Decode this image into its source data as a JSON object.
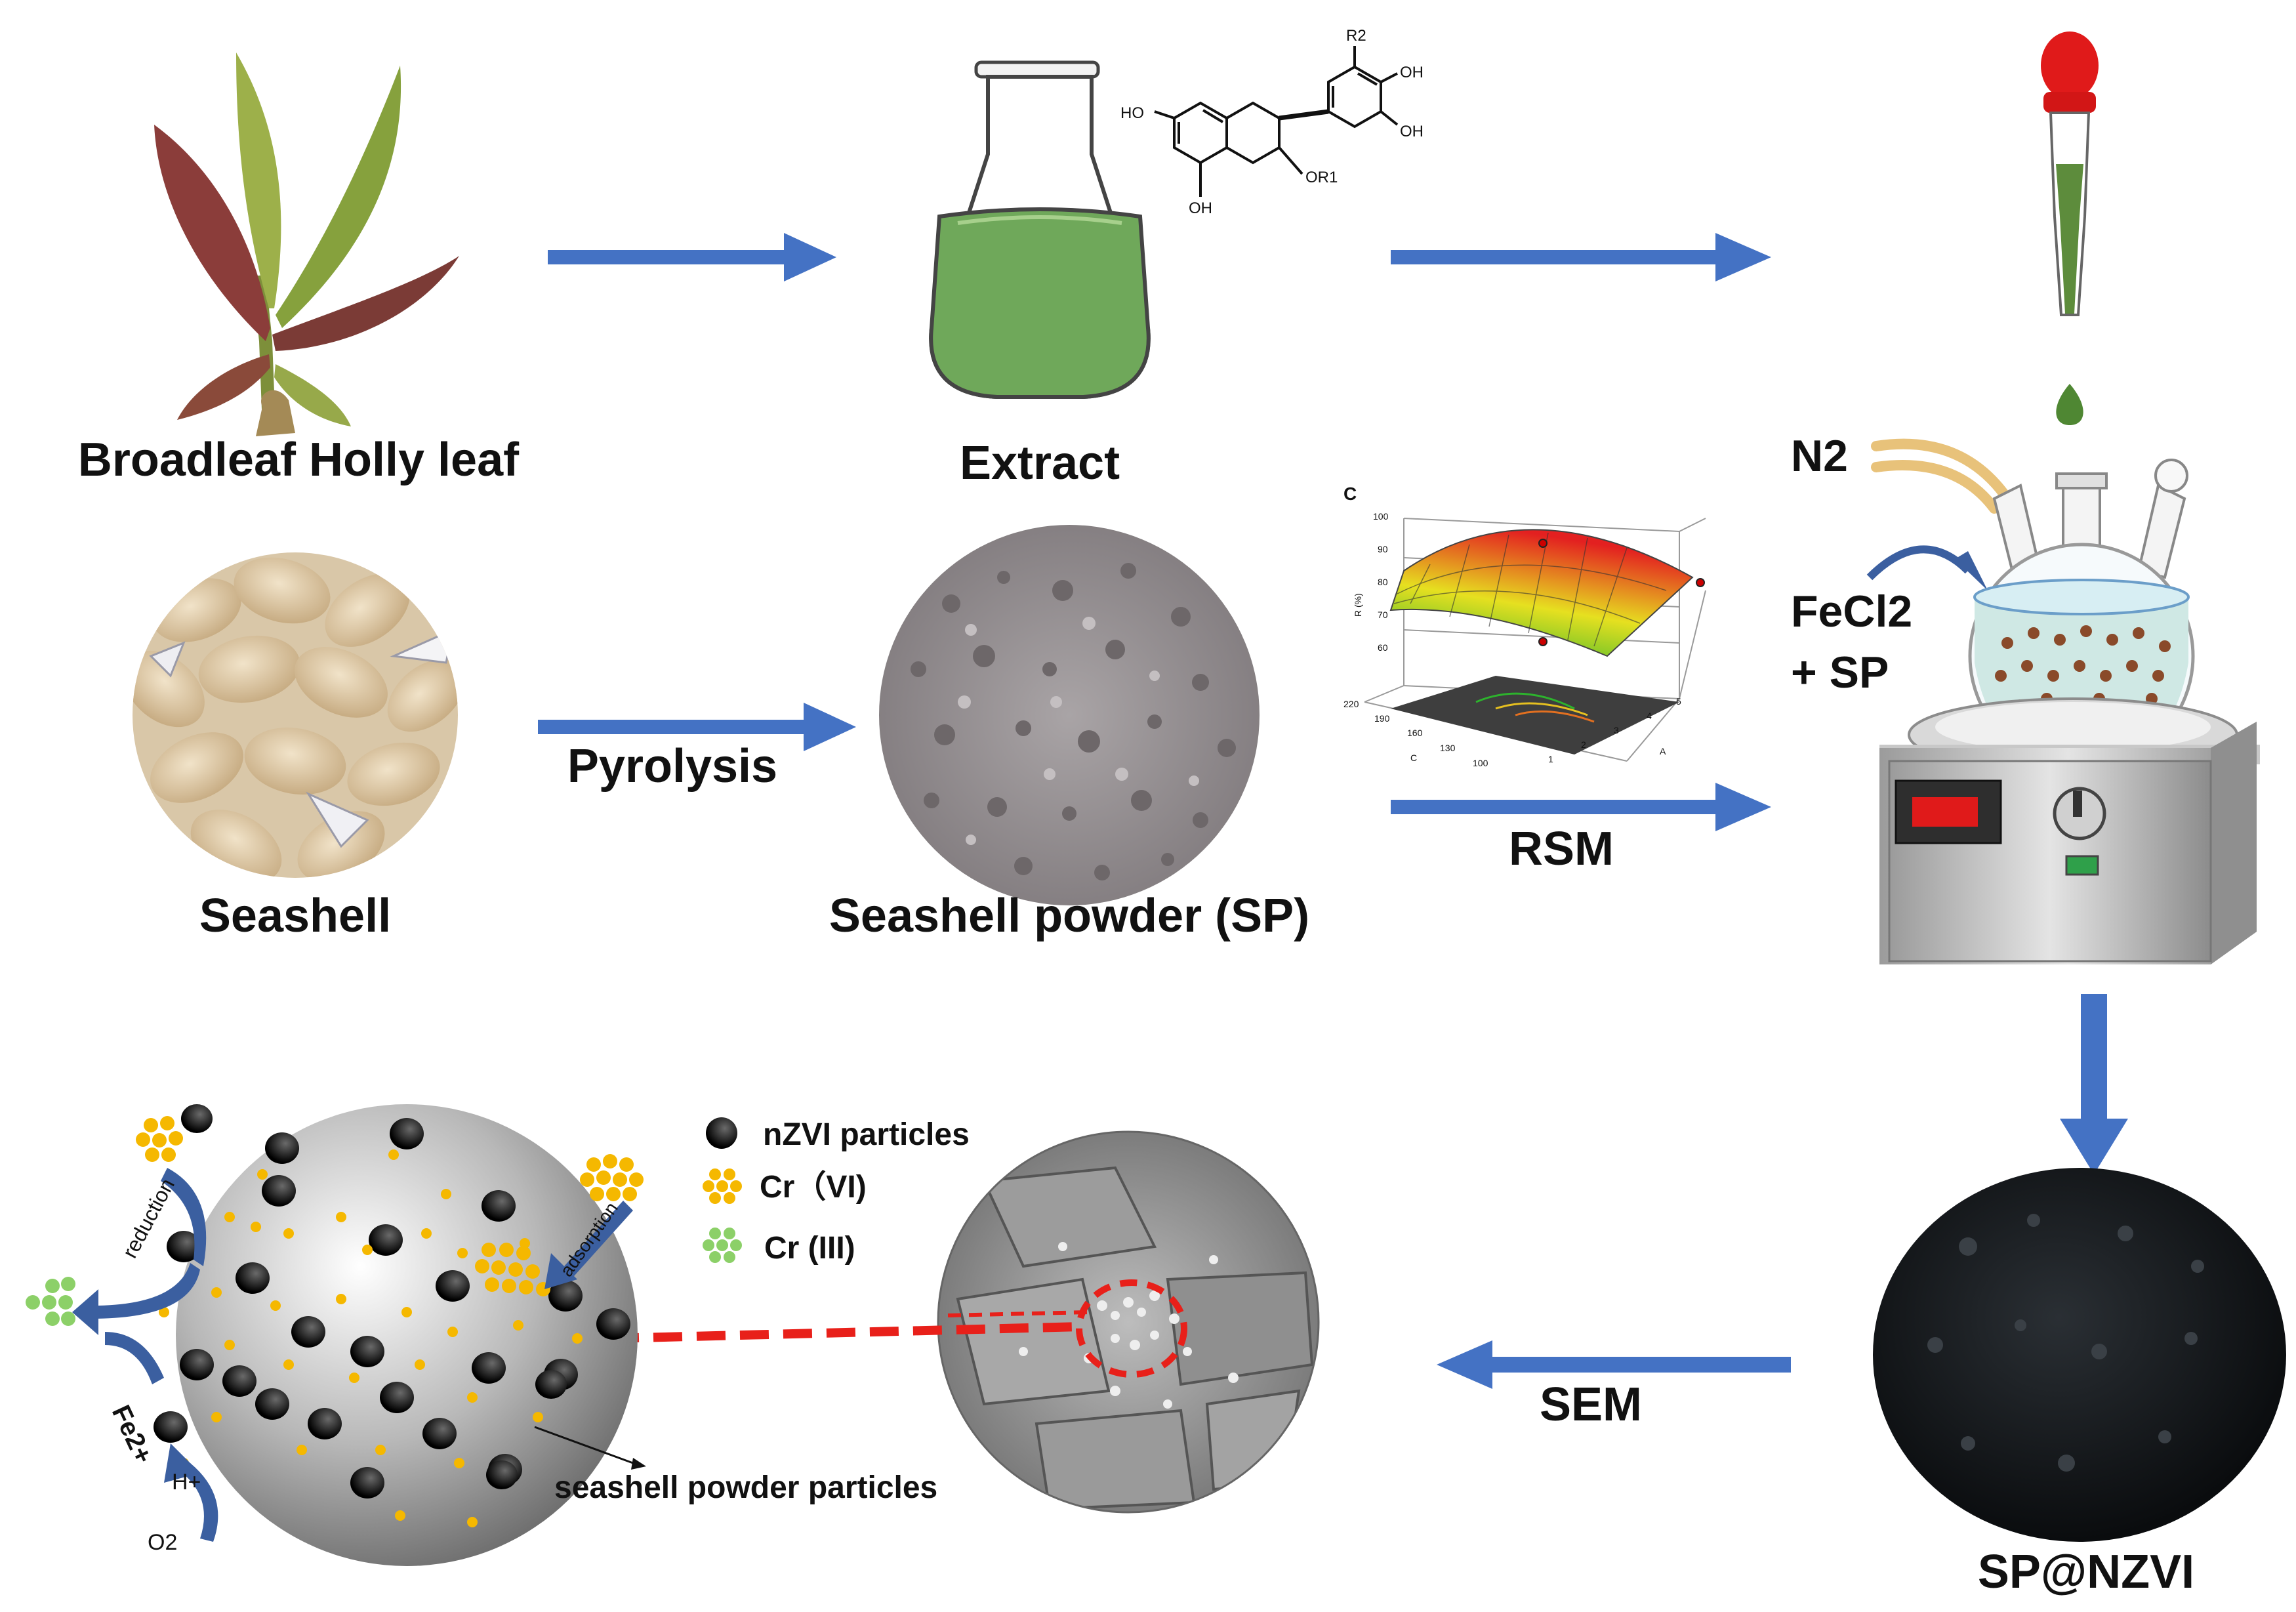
{
  "labels": {
    "leaf": "Broadleaf Holly leaf",
    "extract": "Extract",
    "seashell": "Seashell",
    "seashell_powder": "Seashell powder (SP)",
    "pyrolysis": "Pyrolysis",
    "rsm": "RSM",
    "n2": "N2",
    "fecl2": "FeCl2",
    "plus_sp": "+ SP",
    "sp_nzvi": "SP@NZVI",
    "sem": "SEM",
    "seashell_particles": "seashell powder particles"
  },
  "molecule": {
    "r2": "R2",
    "oh_top": "OH",
    "oh_right": "OH",
    "ho_left": "HO",
    "oh_bottom": "OH",
    "or1": "OR1"
  },
  "rsm_plot": {
    "panel": "C",
    "z_ticks": [
      "100",
      "90",
      "80",
      "70",
      "60"
    ],
    "c_ticks": [
      "220",
      "190",
      "160",
      "130",
      "100"
    ],
    "a_ticks": [
      "1",
      "2",
      "3",
      "4",
      "5"
    ],
    "axis_c": "C",
    "axis_a": "A",
    "axis_z": "R (%)"
  },
  "legend": {
    "nzvi": "nZVI particles",
    "cr6": "Cr（VI)",
    "cr3": "Cr (III)"
  },
  "mechanism": {
    "reduction": "reduction",
    "adsorption": "adsorption",
    "fe2": "Fe2+",
    "h_plus": "H+",
    "o2": "O2"
  },
  "colors": {
    "arrow": "#4472C4",
    "extract_green": "#6FA85A",
    "dashed_red": "#E8201A",
    "particle_gold": "#F5B800",
    "cr3_green": "#8CD068",
    "sp_nzvi_black": "#101418"
  }
}
